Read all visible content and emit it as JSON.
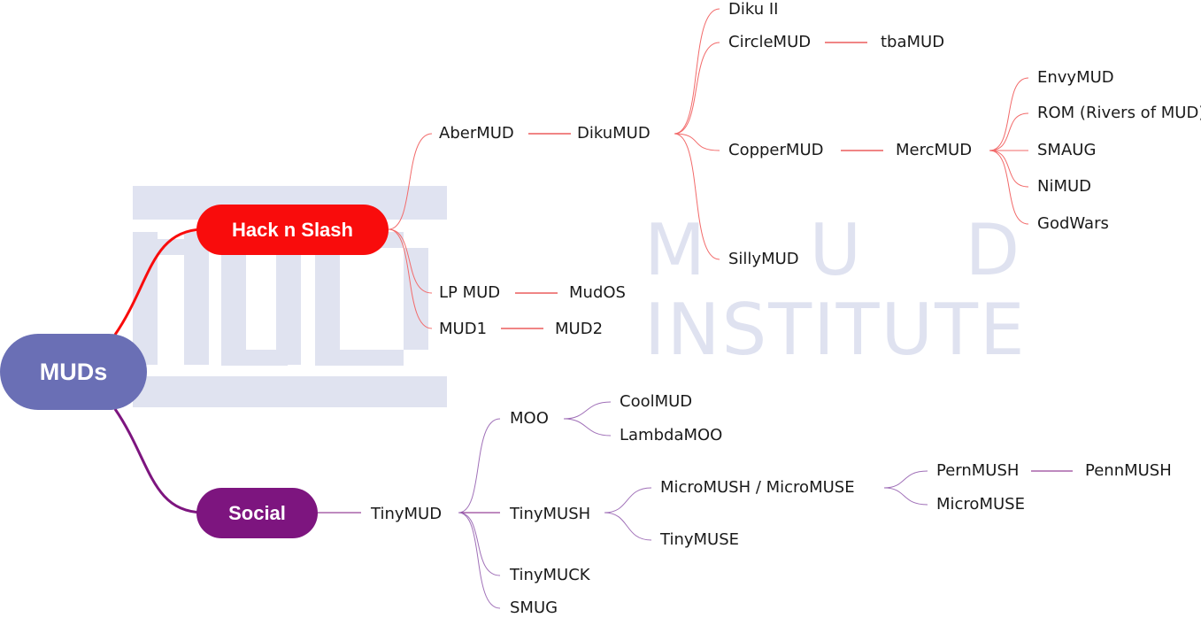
{
  "watermark": {
    "line1": "M U D",
    "line2": "INSTITUTE"
  },
  "colors": {
    "root": "#6a6fb5",
    "hack": "#f90c0c",
    "social": "#7d157f",
    "social_line": "#a070b8"
  },
  "root": {
    "label": "MUDs"
  },
  "hack": {
    "label": "Hack n Slash",
    "aber": "AberMUD",
    "diku": "DikuMUD",
    "diku_children": {
      "diku2": "Diku II",
      "circle": "CircleMUD",
      "tba": "tbaMUD",
      "copper": "CopperMUD",
      "merc": "MercMUD",
      "silly": "SillyMUD"
    },
    "merc_children": [
      "EnvyMUD",
      "ROM (Rivers of MUD)",
      "SMAUG",
      "NiMUD",
      "GodWars"
    ],
    "lp": "LP MUD",
    "mudos": "MudOS",
    "mud1": "MUD1",
    "mud2": "MUD2"
  },
  "social": {
    "label": "Social",
    "tinymud": "TinyMUD",
    "moo": "MOO",
    "coolmud": "CoolMUD",
    "lambdamoo": "LambdaMOO",
    "tinymush": "TinyMUSH",
    "micromush": "MicroMUSH / MicroMUSE",
    "pernmush": "PernMUSH",
    "pennmush": "PennMUSH",
    "micromuse": "MicroMUSE",
    "tinymuse": "TinyMUSE",
    "tinymuck": "TinyMUCK",
    "smug": "SMUG"
  }
}
